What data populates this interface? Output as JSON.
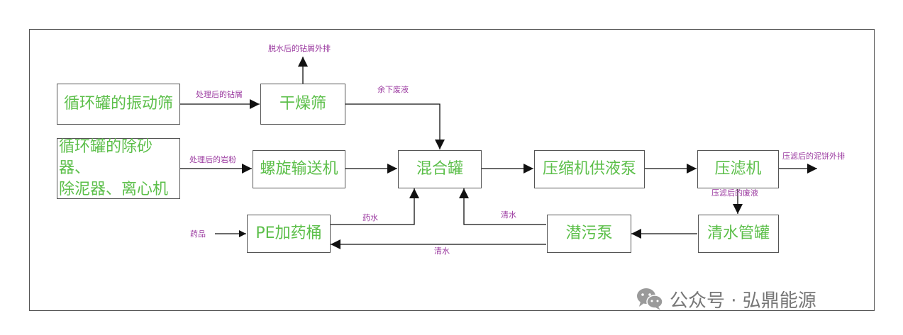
{
  "nodes": {
    "zhendongshai": "循环罐的振动筛",
    "chusha": "循环罐的除砂器、\n除泥器、离心机",
    "ganzaoshai": "干燥筛",
    "luoxuan": "螺旋输送机",
    "hunhe": "混合罐",
    "gongyebeng": "压缩机供液泵",
    "yalvji": "压滤机",
    "pe": "PE加药桶",
    "qianwubeng": "潜污泵",
    "qingshui": "清水管罐"
  },
  "edges": {
    "zuxie": "处理后的钻屑",
    "yanfen": "处理后的岩粉",
    "tuoshui": "脱水后的钻屑外排",
    "yuxia": "余下废液",
    "nibing": "压滤后的泥饼外排",
    "feiye": "压滤后的废液",
    "yaoshui": "药水",
    "qingshui_up": "清水",
    "qingshui_back": "清水",
    "yaopin": "药品"
  },
  "watermark": {
    "text": "公众号 · 弘鼎能源",
    "icon": "wechat-icon"
  },
  "colors": {
    "node_text": "#5cbf4a",
    "edge_label": "#9b3aa0",
    "line": "#111111"
  }
}
